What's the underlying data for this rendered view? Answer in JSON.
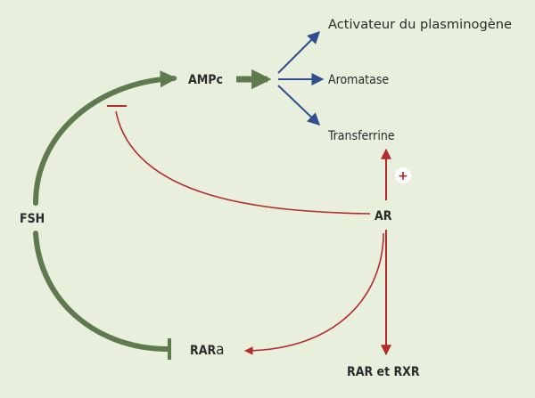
{
  "nodes": {
    "fsh": "FSH",
    "ampc": "AMPc",
    "ar": "AR",
    "rara_main": "RAR",
    "rara_suffix": "a",
    "rar_rxr": "RAR et RXR"
  },
  "targets": {
    "activateur": "Activateur du plasminogène",
    "aromatase": "Aromatase",
    "transferrine": "Transferrine"
  },
  "badges": {
    "plus": "+"
  },
  "colors": {
    "background": "#e8efdc",
    "green": "#5f7a4e",
    "blue": "#2f4f8f",
    "red": "#b22c2c",
    "text": "#2b2b2b"
  }
}
